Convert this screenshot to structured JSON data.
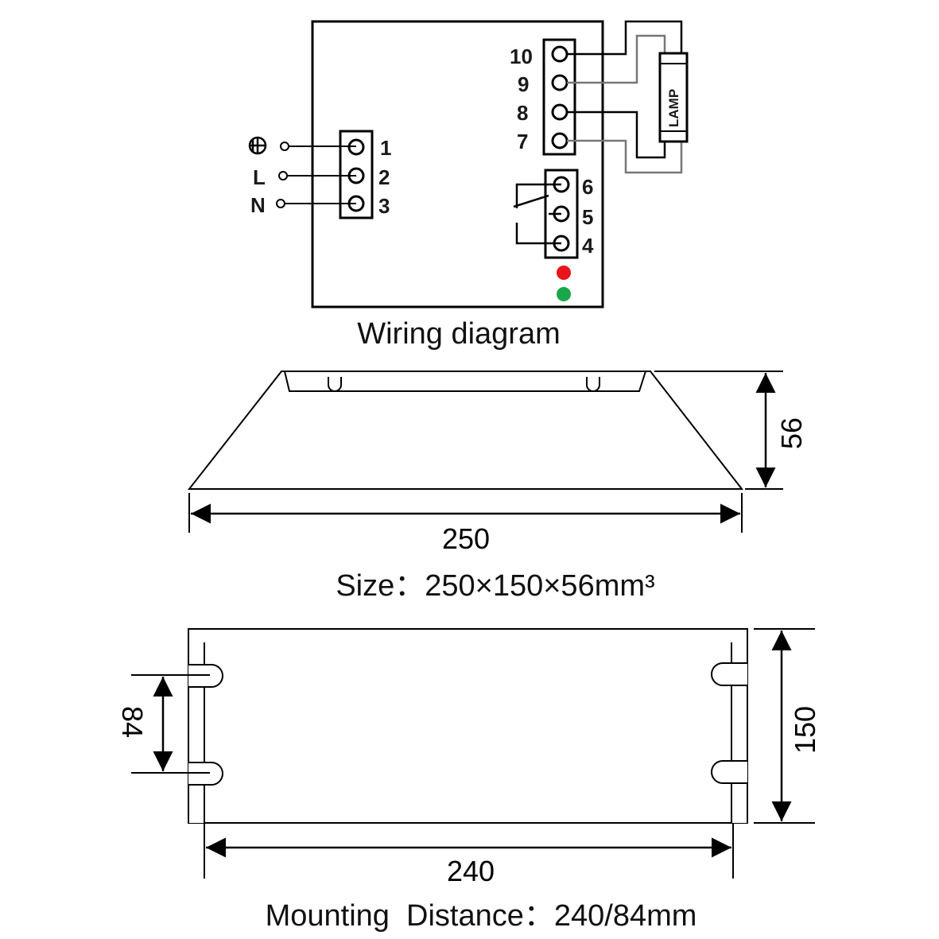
{
  "wiring": {
    "caption": "Wiring diagram",
    "input_terminals": [
      {
        "number": "1",
        "symbol": "earth"
      },
      {
        "number": "2",
        "symbol": "L"
      },
      {
        "number": "3",
        "symbol": "N"
      }
    ],
    "lamp_terminals": [
      "10",
      "9",
      "8",
      "7"
    ],
    "switch_terminals": [
      "6",
      "5",
      "4"
    ],
    "lamp_label": "LAMP",
    "indicators": {
      "red": "#e8141c",
      "green": "#1aa64a"
    }
  },
  "side_view": {
    "width_value": "250",
    "height_value": "56",
    "caption": "Size：250×150×56mm³"
  },
  "mounting_view": {
    "depth_value": "150",
    "hole_spacing_value": "84",
    "hole_distance_value": "240",
    "caption": "Mounting  Distance：240/84mm"
  },
  "colors": {
    "line": "#000000",
    "wire_gray": "#777777",
    "lamp_fill": "#ffffff"
  }
}
